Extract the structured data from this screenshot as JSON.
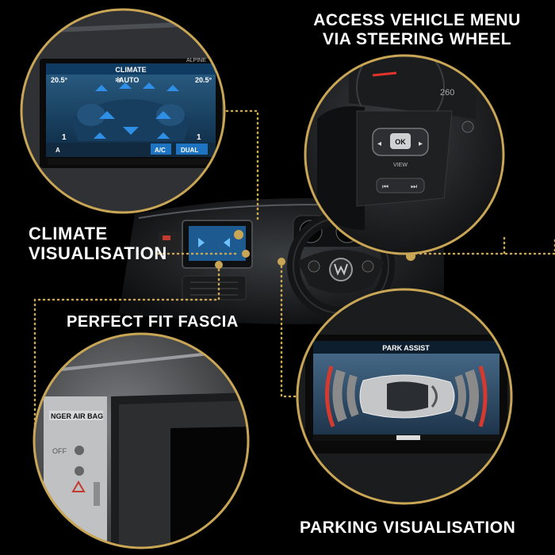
{
  "titles": {
    "access_line1": "ACCESS VEHICLE MENU",
    "access_line2": "VIA STEERING WHEEL",
    "climate_line1": "CLIMATE",
    "climate_line2": "VISUALISATION",
    "fascia": "PERFECT FIT FASCIA",
    "parking": "PARKING VISUALISATION"
  },
  "climate_screen": {
    "brand": "ALPINE",
    "title": "CLIMATE",
    "temp_left": "20.5°",
    "temp_right": "20.5°",
    "fan_mode": "AUTO",
    "seat_level_left": "1",
    "seat_level_right": "1",
    "button_ac": "A/C",
    "button_dual": "DUAL",
    "button_a": "A"
  },
  "steering_wheel": {
    "ok_label": "OK",
    "view_label": "VIEW",
    "speedo_mark": "260"
  },
  "park_screen": {
    "title": "PARK ASSIST"
  },
  "fascia_panel": {
    "airbag_label": "NGER AIR BAG",
    "off_label": "OFF"
  },
  "colors": {
    "accent_gold": "#c9a655",
    "climate_blue": "#1f74c2",
    "sensor_red": "#d63a2e",
    "sensor_grey": "#8a8a8a"
  }
}
